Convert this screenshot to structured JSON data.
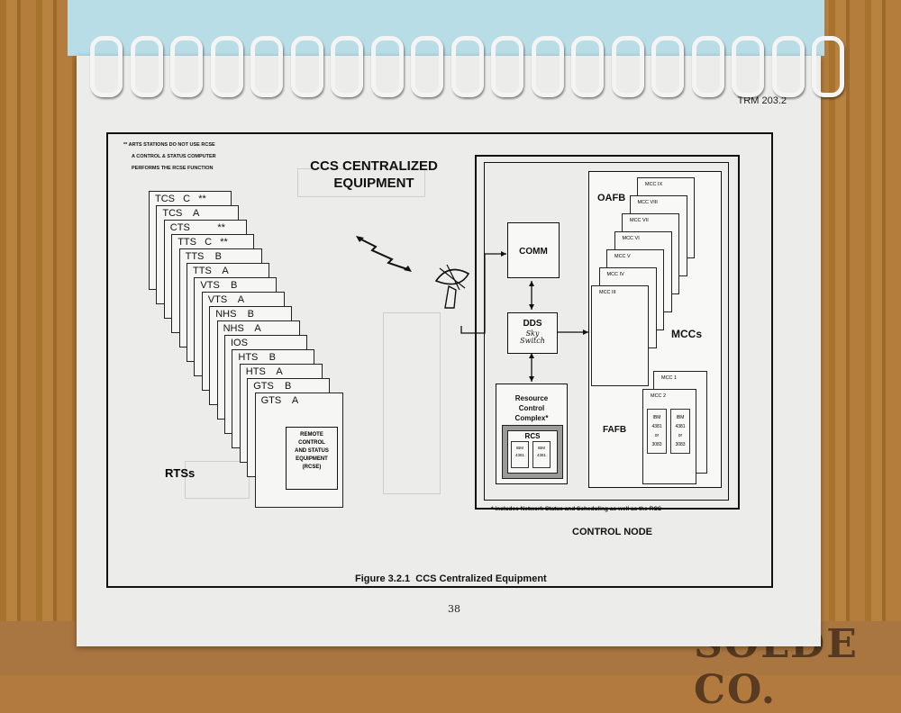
{
  "header": {
    "doc_id": "TRM 203.2"
  },
  "note": {
    "line1": "**      ARTS STATIONS DO NOT USE RCSE",
    "line2": "A CONTROL & STATUS COMPUTER",
    "line3": "PERFORMS THE RCSE FUNCTION"
  },
  "diagram": {
    "title_line1": "CCS CENTRALIZED",
    "title_line2": "EQUIPMENT",
    "stations": [
      "TCS   C   **",
      "TCS    A",
      "CTS          **",
      "TTS   C   **",
      "TTS    B",
      "TTS    A",
      "VTS    B",
      "VTS    A",
      "NHS    B",
      "NHS    A",
      "IOS",
      "HTS    B",
      "HTS    A",
      "GTS    B",
      "GTS    A"
    ],
    "rcse": {
      "line1": "REMOTE",
      "line2": "CONTROL",
      "line3": "AND STATUS",
      "line4": "EQUIPMENT",
      "line5": "(RCSE)"
    },
    "rts_label": "RTSs",
    "comm": "COMM",
    "dds": "DDS",
    "dds_handwritten": "Sky Switch",
    "rcc": {
      "line1": "Resource",
      "line2": "Control",
      "line3": "Complex*"
    },
    "rcs": {
      "label": "RCS",
      "ibm": "IBM",
      "model": "4381"
    },
    "oafb": "OAFB",
    "mccs_label": "MCCs",
    "fafb": "FAFB",
    "oafb_mccs": [
      "MCC IX",
      "MCC VIII",
      "MCC VII",
      "MCC VI",
      "MCC V",
      "MCC IV",
      "MCC III"
    ],
    "fafb_mccs": [
      "MCC 1",
      "MCC 2"
    ],
    "fafb_ibm": {
      "l1": "IBM",
      "l2": "4381",
      "l3": "or",
      "l4": "3083"
    },
    "footnote": "* includes Network Status and Scheduling as well as the RCS",
    "control_node": "CONTROL NODE"
  },
  "caption": "Figure 3.2.1  CCS Centralized Equipment",
  "page_number": "38",
  "background_text": "SOLDE CO."
}
